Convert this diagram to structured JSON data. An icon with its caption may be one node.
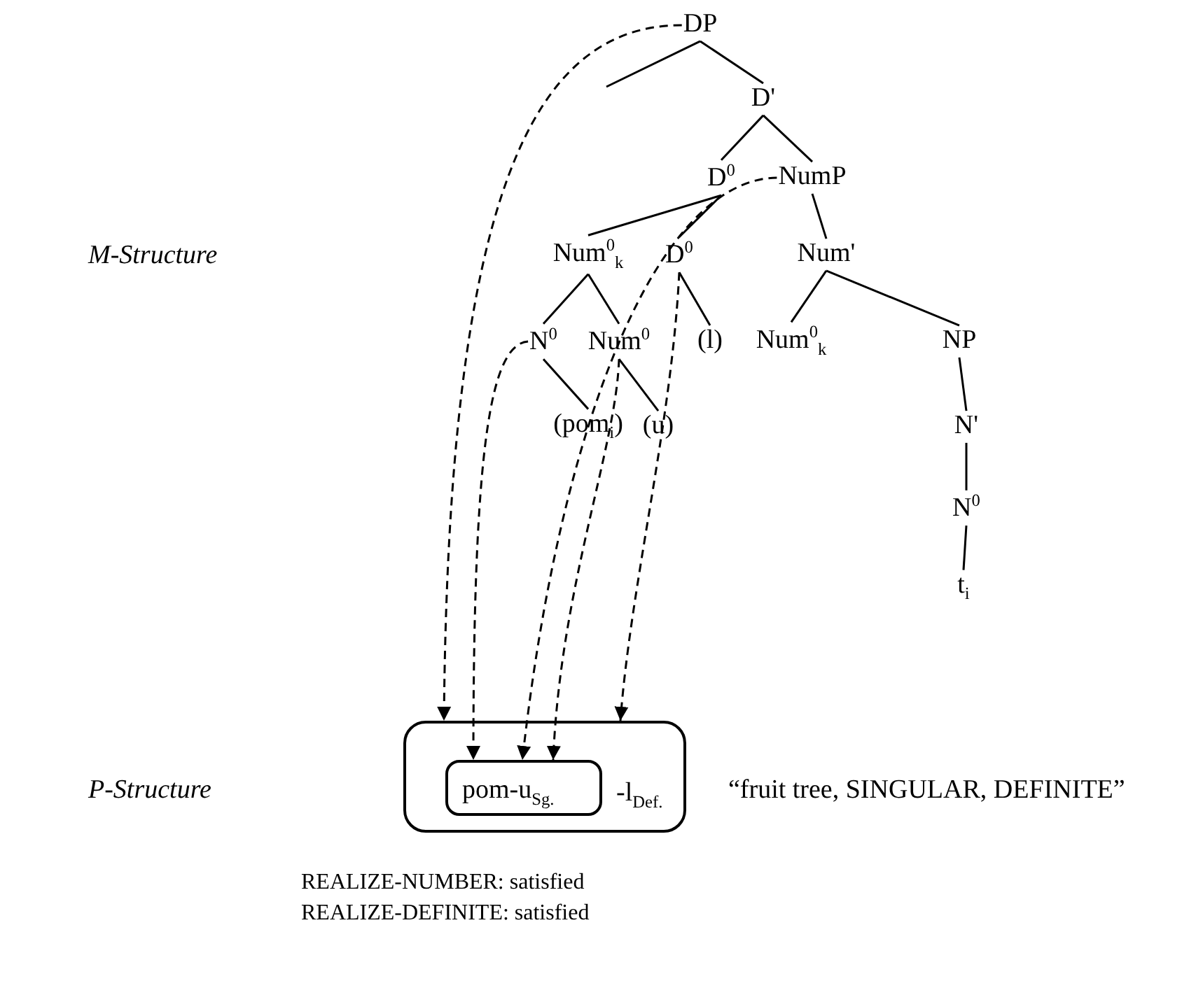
{
  "diagram": {
    "nodes": [
      {
        "text": [
          "DP"
        ]
      },
      {
        "text": [
          "D'"
        ]
      },
      {
        "text": [
          "D$^{0}$"
        ]
      },
      {
        "text": [
          "NumP"
        ]
      },
      {
        "text": [
          "Num$^{0}$$_{k}$"
        ]
      },
      {
        "text": [
          "D$^{0}$"
        ]
      },
      {
        "text": [
          "Num'"
        ]
      },
      {
        "text": [
          "N$^{0}$"
        ]
      },
      {
        "text": [
          "Num$^{0}$"
        ]
      },
      {
        "text": [
          "(l)"
        ]
      },
      {
        "text": [
          "Num$^{0}$$_{k}$"
        ]
      },
      {
        "text": [
          "NP"
        ]
      },
      {
        "text": [
          "(pom$_{i}$)"
        ]
      },
      {
        "text": [
          "(u)"
        ]
      },
      {
        "text": [
          "N'"
        ]
      },
      {
        "text": [
          "N$^{0}$"
        ]
      },
      {
        "text": [
          "t$_{i}$"
        ]
      },
      {
        "text": [
          "-l$_{Def.}$"
        ]
      },
      {
        "text": [
          "pom-u$_{Sg.}$"
        ],
        "in": 17
      }
    ],
    "edges": [
      {
        "from": 0,
        "to": null,
        "arrow": "none"
      },
      {
        "from": 0,
        "to": 1,
        "arrow": "none"
      },
      {
        "from": 1,
        "to": 2,
        "arrow": "none"
      },
      {
        "from": 1,
        "to": 3,
        "arrow": "none"
      },
      {
        "from": 2,
        "to": 4,
        "arrow": "none"
      },
      {
        "from": 2,
        "to": 5,
        "arrow": "none"
      },
      {
        "from": 3,
        "to": 6,
        "arrow": "none"
      },
      {
        "from": 4,
        "to": 7,
        "arrow": "none"
      },
      {
        "from": 4,
        "to": 8,
        "arrow": "none"
      },
      {
        "from": 5,
        "to": 9,
        "arrow": "none"
      },
      {
        "from": 6,
        "to": 10,
        "arrow": "none"
      },
      {
        "from": 6,
        "to": 11,
        "arrow": "none"
      },
      {
        "from": 7,
        "to": 12,
        "arrow": "none"
      },
      {
        "from": 8,
        "to": 13,
        "arrow": "none"
      },
      {
        "from": 11,
        "to": 14,
        "arrow": "none"
      },
      {
        "from": 14,
        "to": 15,
        "arrow": "none"
      },
      {
        "from": 15,
        "to": 16,
        "arrow": "none"
      },
      {
        "from": 0,
        "to": 17,
        "arrow": "to",
        "style": "dashed"
      },
      {
        "from": 7,
        "to": 18,
        "arrow": "to",
        "style": "dashed"
      },
      {
        "from": 3,
        "to": 18,
        "arrow": "to",
        "style": "dashed"
      },
      {
        "from": 8,
        "to": 18,
        "arrow": "to",
        "style": "dashed"
      },
      {
        "from": 5,
        "to": 17,
        "arrow": "to",
        "style": "dashed"
      }
    ],
    "labels": [
      "M-Structure",
      "P-Structure",
      "“fruit tree, SINGULAR, DEFINITE”",
      "REALIZE-NUMBER: satisfied",
      "REALIZE-DEFINITE: satisfied"
    ]
  }
}
